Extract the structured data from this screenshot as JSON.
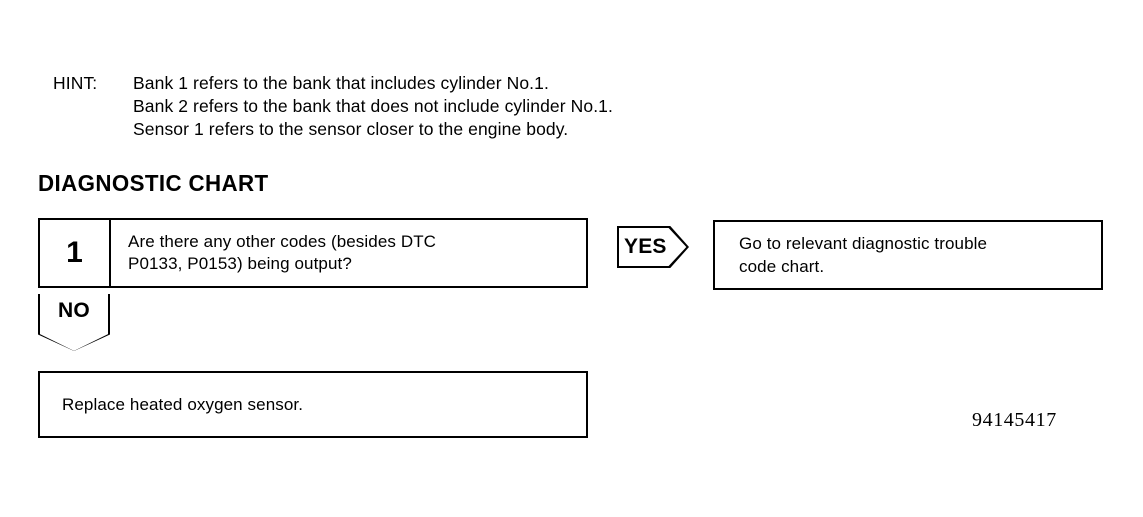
{
  "hint": {
    "label": "HINT:",
    "lines": [
      "Bank 1 refers to the bank that includes cylinder No.1.",
      "Bank 2 refers to the bank that does not include cylinder No.1.",
      "Sensor 1 refers to the sensor closer to the engine body."
    ]
  },
  "section": {
    "heading": "DIAGNOSTIC CHART"
  },
  "flow": {
    "step1": {
      "number": "1",
      "question_line1": "Are there any other codes (besides DTC",
      "question_line2": "P0133, P0153) being output?"
    },
    "yes_branch": {
      "badge": "YES",
      "result_line1": "Go to relevant diagnostic trouble",
      "result_line2": "code chart."
    },
    "no_branch": {
      "badge": "NO",
      "result_line1": "Replace heated oxygen sensor."
    }
  },
  "figure_reference": "94145417",
  "colors": {
    "ink": "#000000",
    "paper": "#ffffff"
  }
}
